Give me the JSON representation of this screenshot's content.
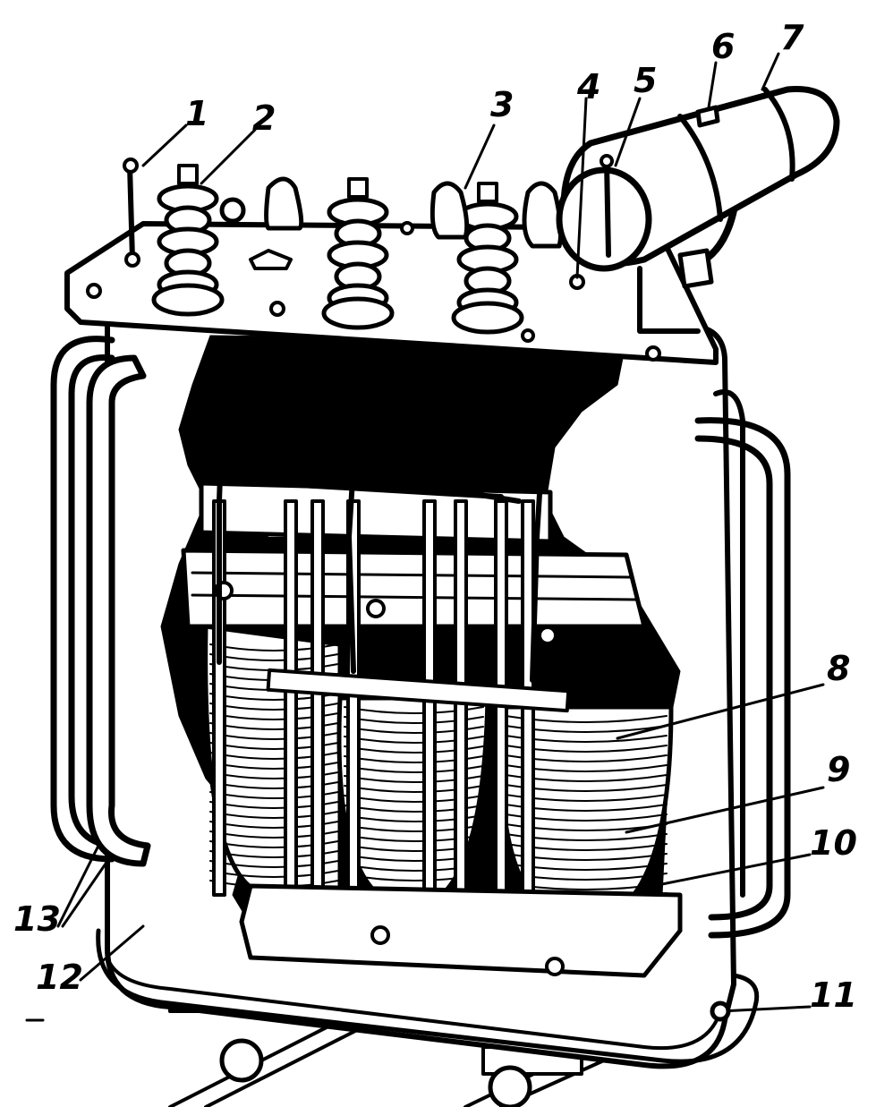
{
  "figure": {
    "callouts": [
      {
        "id": "1",
        "text": "1"
      },
      {
        "id": "2",
        "text": "2"
      },
      {
        "id": "3",
        "text": "3"
      },
      {
        "id": "4",
        "text": "4"
      },
      {
        "id": "5",
        "text": "5"
      },
      {
        "id": "6",
        "text": "6"
      },
      {
        "id": "7",
        "text": "7"
      },
      {
        "id": "8",
        "text": "8"
      },
      {
        "id": "9",
        "text": "9"
      },
      {
        "id": "10",
        "text": "10"
      },
      {
        "id": "11",
        "text": "11"
      },
      {
        "id": "12",
        "text": "12"
      },
      {
        "id": "13",
        "text": "13"
      }
    ],
    "colors": {
      "ink": "#000000",
      "paper": "#ffffff"
    }
  }
}
